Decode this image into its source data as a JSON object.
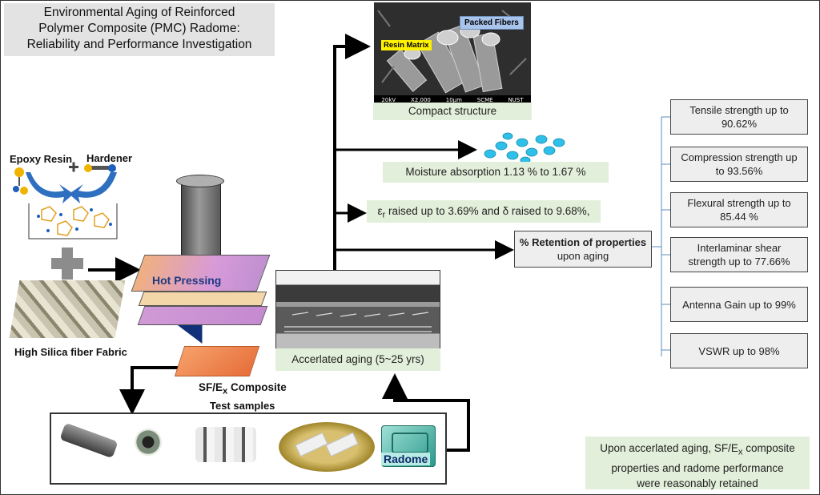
{
  "title": [
    "Environmental Aging of Reinforced",
    "Polymer Composite (PMC) Radome:",
    "Reliability and Performance Investigation"
  ],
  "left": {
    "epoxy_label": "Epoxy Resin",
    "hardener_label": "Hardener",
    "fabric_label": "High Silica fiber Fabric",
    "press_label": "Hot Pressing",
    "composite_label": "SF/E",
    "composite_sub": "x",
    "composite_suffix": " Composite"
  },
  "sem": {
    "resin_tag": "Resin Matrix",
    "fiber_tag": "Packed Fibers",
    "scale_text": [
      "20kV",
      "X2,000",
      "10µm",
      "SCME",
      "NUST"
    ],
    "caption": "Compact structure"
  },
  "middle": {
    "moisture": "Moisture absorption 1.13 % to 1.67 %",
    "dielectric_prefix": "ε",
    "dielectric_sub": "r",
    "dielectric_rest": " raised up to 3.69%  and  δ raised to 9.68%,",
    "retention": [
      "% Retention of properties",
      "upon aging"
    ],
    "aging_caption": "Accerlated aging (5~25 yrs)"
  },
  "results": [
    [
      "Tensile strength up to",
      "90.62%"
    ],
    [
      "Compression strength up",
      "to 93.56%"
    ],
    [
      "Flexural strength up to",
      "85.44 %"
    ],
    [
      "Interlaminar shear",
      "strength up to 77.66%"
    ],
    [
      "Antenna Gain up to 99%"
    ],
    [
      "VSWR up to 98%"
    ]
  ],
  "samples": {
    "title": "Test samples",
    "radome_label": "Radome"
  },
  "conclusion": {
    "line1_prefix": "Upon accerlated aging, SF/E",
    "line1_sub": "x",
    "line1_suffix": " composite",
    "line2": "properties and radome performance",
    "line3": "were reasonably retained"
  }
}
